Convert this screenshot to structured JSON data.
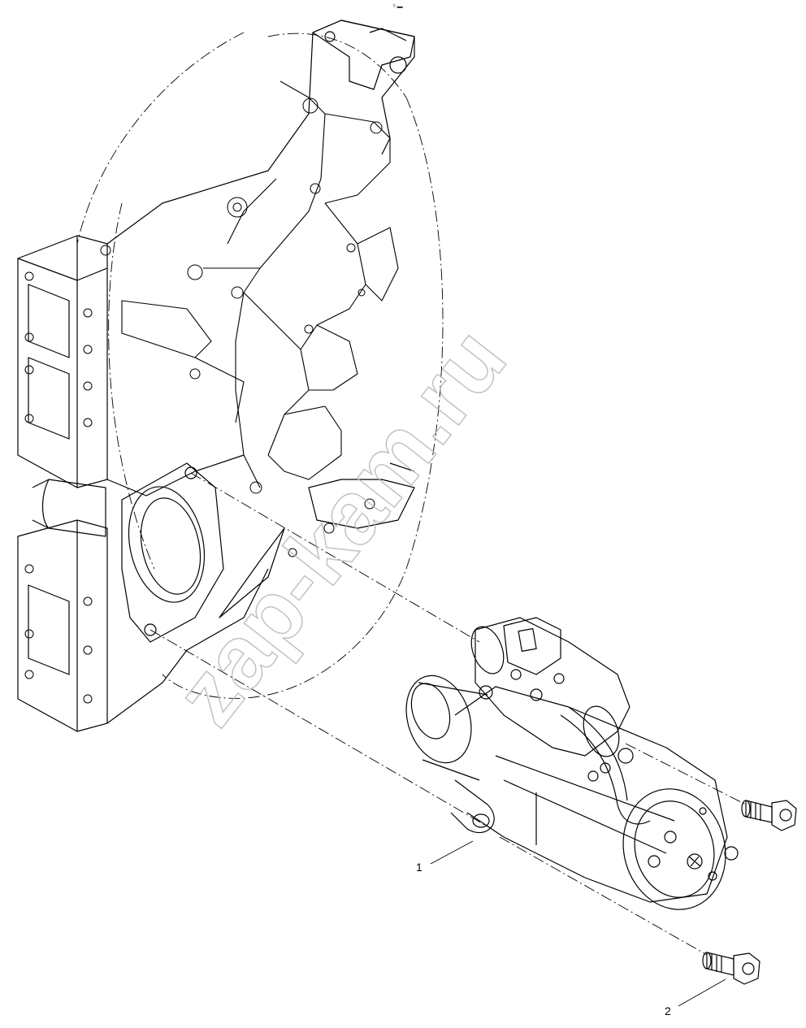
{
  "corner_mark": "ᵇ ▬",
  "watermark": "zap-kam.ru",
  "callouts": [
    {
      "id": "1",
      "label": "1"
    },
    {
      "id": "2",
      "label": "2"
    }
  ],
  "colors": {
    "line": "#000000",
    "hidden": "#000000",
    "watermark": "#b8b8b8",
    "background": "#ffffff"
  }
}
